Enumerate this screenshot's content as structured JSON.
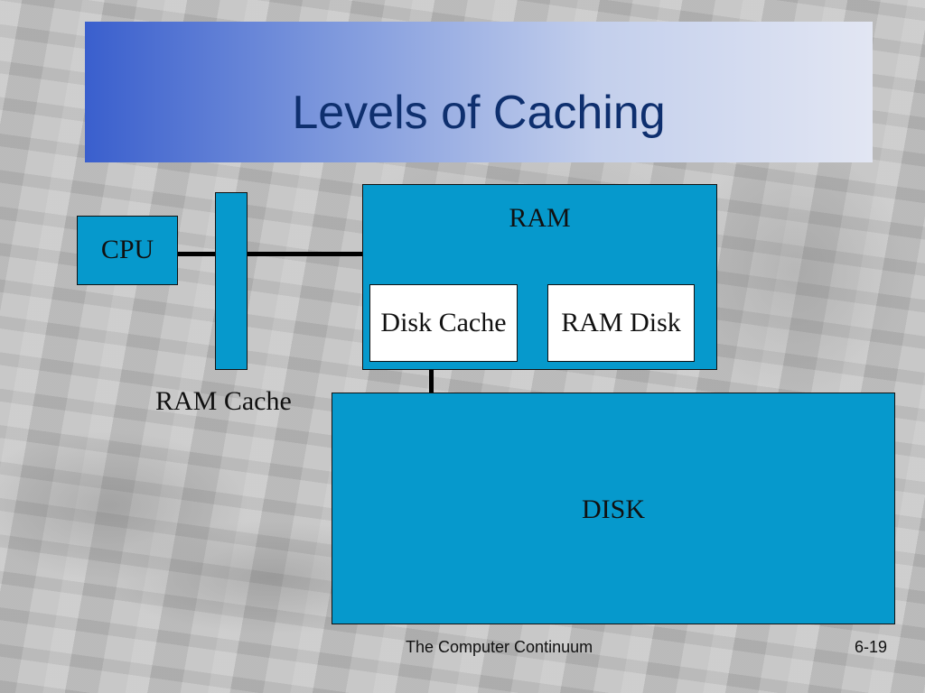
{
  "slide": {
    "title": "Levels of Caching",
    "footer": "The Computer Continuum",
    "page_number": "6-19"
  },
  "diagram": {
    "cpu_label": "CPU",
    "ram_cache_label": "RAM Cache",
    "ram_label": "RAM",
    "disk_cache_label": "Disk Cache",
    "ram_disk_label": "RAM Disk",
    "disk_label": "DISK"
  },
  "colors": {
    "box_fill": "#0699cc",
    "title_text": "#0e2f6e",
    "title_gradient_start": "#3a5fcd",
    "title_gradient_end": "#e2e6f3"
  }
}
